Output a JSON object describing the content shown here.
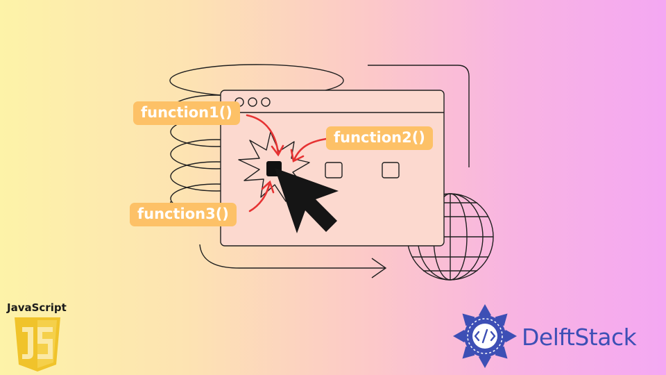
{
  "labels": {
    "function1": "function1()",
    "function2": "function2()",
    "function3": "function3()"
  },
  "js_badge": {
    "title": "JavaScript",
    "icon": "js-shield-icon",
    "color": "#f0c32b"
  },
  "brand": {
    "name": "DelftStack",
    "icon": "delftstack-mandala-icon",
    "color": "#3d4fb5"
  },
  "accent": {
    "label_bg": "#fdc167",
    "arrow": "#e63232",
    "line": "#1f1f1f"
  },
  "icons": [
    "browser-window-icon",
    "globe-icon",
    "cursor-arrow-icon",
    "burst-icon",
    "spiral-icon"
  ]
}
